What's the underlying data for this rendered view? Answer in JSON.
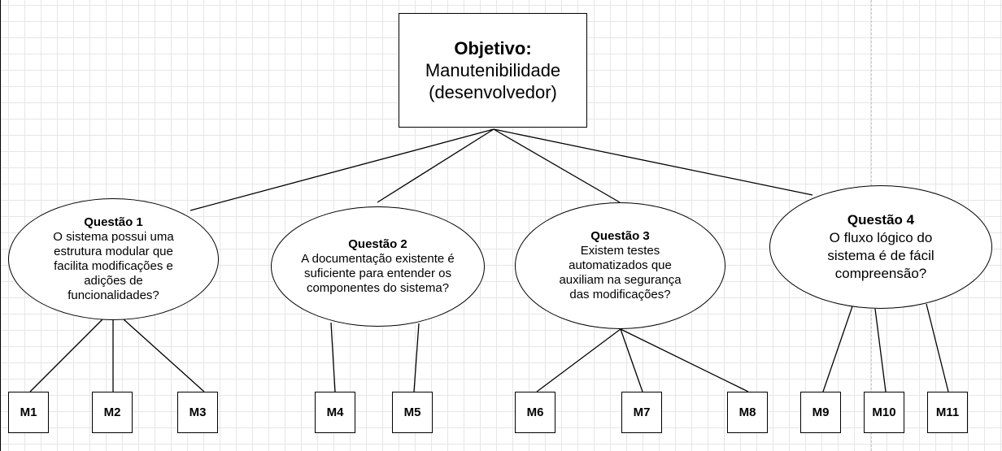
{
  "goal": {
    "title": "Objetivo:",
    "line1": "Manutenibilidade",
    "line2": "(desenvolvedor)"
  },
  "questions": [
    {
      "title": "Questão 1",
      "text": "O sistema possui uma\nestrutura modular que\nfacilita modificações e\nadições de\nfuncionalidades?"
    },
    {
      "title": "Questão 2",
      "text": "A documentação existente é\nsuficiente para entender os\ncomponentes do sistema?"
    },
    {
      "title": "Questão 3",
      "text": "Existem testes\nautomatizados que\nauxiliam na segurança\ndas modificações?"
    },
    {
      "title": "Questão 4",
      "text": "O fluxo lógico do\nsistema é de fácil\ncompreensão?"
    }
  ],
  "metrics": [
    "M1",
    "M2",
    "M3",
    "M4",
    "M5",
    "M6",
    "M7",
    "M8",
    "M9",
    "M10",
    "M11"
  ]
}
